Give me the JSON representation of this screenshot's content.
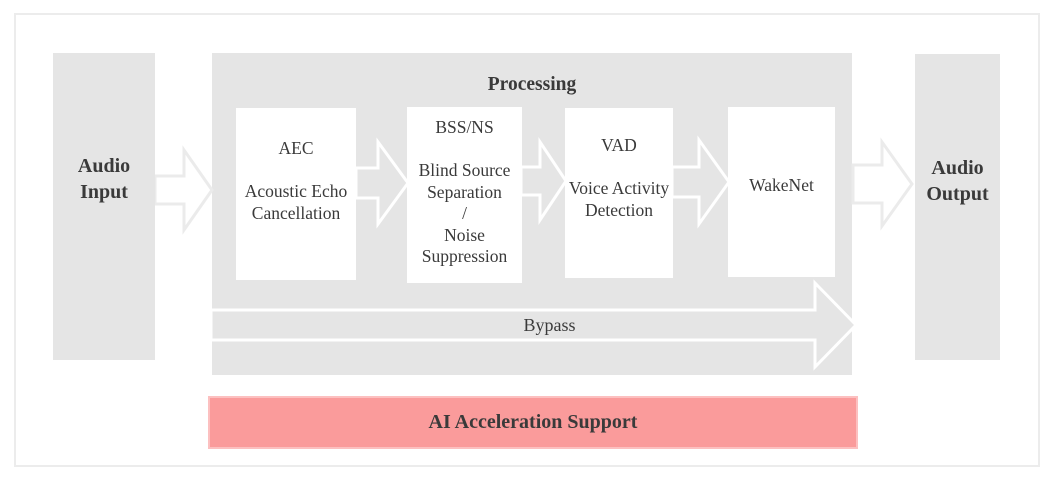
{
  "colors": {
    "surface_gray": "#e5e5e5",
    "box_white": "#ffffff",
    "text_dark": "#3a3a3a",
    "accent_pink": "#fa9b9b",
    "pink_border": "#fcc0c0",
    "arrow_light_stroke": "#ebebeb",
    "arrow_white_stroke": "#ffffff",
    "frame_border": "#ececec"
  },
  "audio_input": {
    "label": "Audio\nInput"
  },
  "processing": {
    "title": "Processing",
    "blocks": [
      {
        "id": "aec",
        "text": "AEC\n\nAcoustic Echo\nCancellation"
      },
      {
        "id": "bss-ns",
        "text": "BSS/NS\n\nBlind Source\nSeparation\n/\nNoise\nSuppression"
      },
      {
        "id": "vad",
        "text": "VAD\n\nVoice Activity\nDetection"
      },
      {
        "id": "wakenet",
        "text": "WakeNet"
      }
    ],
    "bypass_label": "Bypass"
  },
  "audio_output": {
    "label": "Audio\nOutput"
  },
  "ai_bar": {
    "label": "AI Acceleration Support"
  }
}
